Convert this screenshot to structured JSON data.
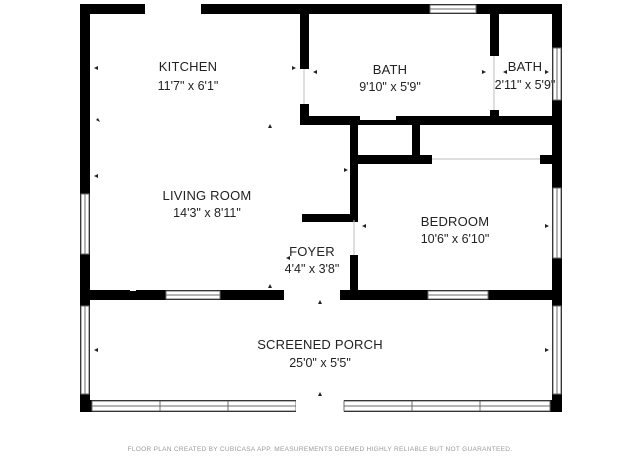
{
  "rooms": [
    {
      "id": "kitchen",
      "name": "KITCHEN",
      "dims": "11'7\" x 6'1\""
    },
    {
      "id": "bath1",
      "name": "BATH",
      "dims": "9'10\" x 5'9\""
    },
    {
      "id": "bath2",
      "name": "BATH",
      "dims": "2'11\" x 5'9\""
    },
    {
      "id": "living",
      "name": "LIVING ROOM",
      "dims": "14'3\" x 8'11\""
    },
    {
      "id": "bedroom",
      "name": "BEDROOM",
      "dims": "10'6\" x 6'10\""
    },
    {
      "id": "foyer",
      "name": "FOYER",
      "dims": "4'4\" x 3'8\""
    },
    {
      "id": "porch",
      "name": "SCREENED PORCH",
      "dims": "25'0\" x 5'5\""
    }
  ],
  "footer": "FLOOR PLAN CREATED BY CUBICASA APP. MEASUREMENTS DEEMED HIGHLY RELIABLE BUT NOT GUARANTEED."
}
